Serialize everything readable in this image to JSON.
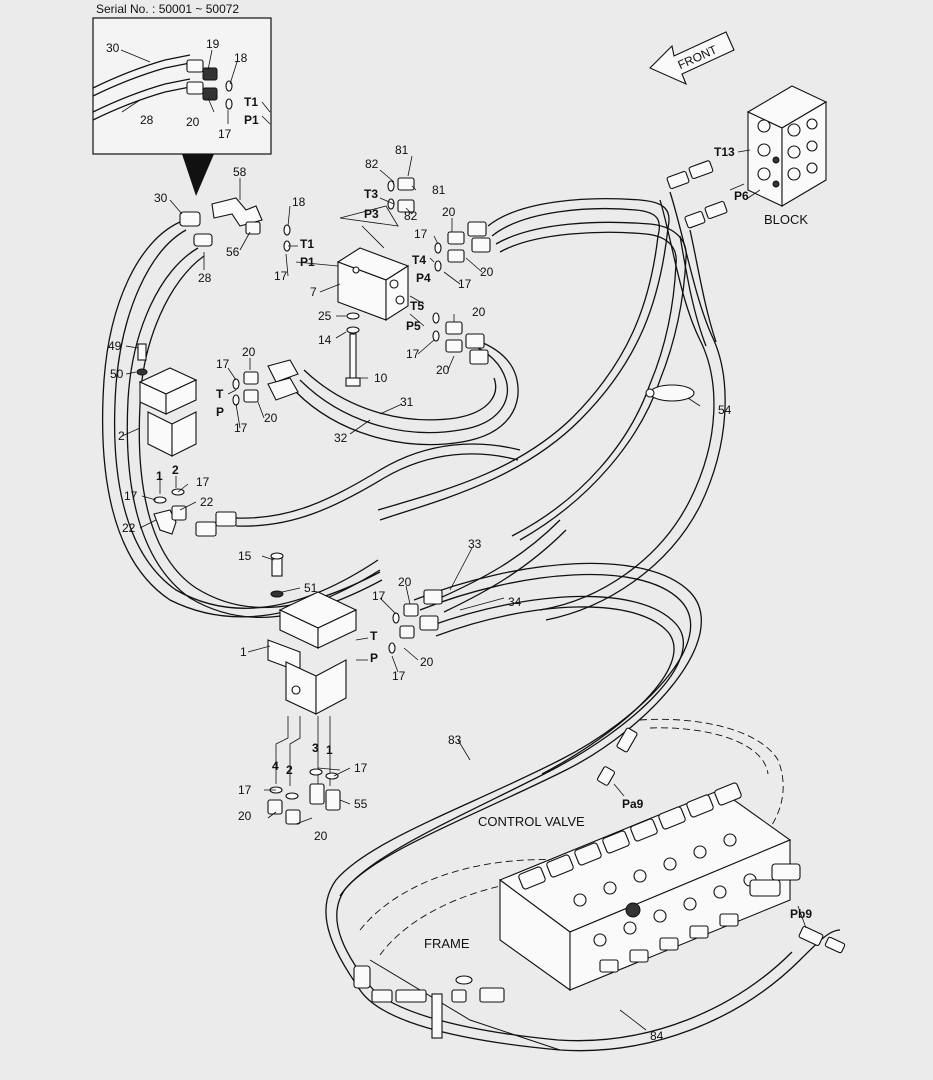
{
  "serial": "Serial No. : 50001 ~ 50072",
  "direction": "FRONT",
  "captions": {
    "block": "BLOCK",
    "control_valve": "CONTROL VALVE",
    "frame": "FRAME"
  },
  "callouts": {
    "inset_30": "30",
    "inset_19": "19",
    "inset_18": "18",
    "inset_T1": "T1",
    "inset_P1": "P1",
    "inset_28": "28",
    "inset_20": "20",
    "inset_17": "17",
    "n82a": "82",
    "n81a": "81",
    "T3": "T3",
    "n81b": "81",
    "P3": "P3",
    "n82b": "82",
    "n58": "58",
    "n30": "30",
    "n18": "18",
    "T1": "T1",
    "P1": "P1",
    "n56": "56",
    "n17a": "17",
    "n28": "28",
    "n7": "7",
    "n20a": "20",
    "n17b": "17",
    "T4": "T4",
    "P4": "P4",
    "n20b": "20",
    "n17c": "17",
    "T13": "T13",
    "P6": "P6",
    "T5": "T5",
    "n20c": "20",
    "P5": "P5",
    "n17d": "17",
    "n20d": "20",
    "n25": "25",
    "n14": "14",
    "n10": "10",
    "n49": "49",
    "n50": "50",
    "n17e": "17",
    "n20e": "20",
    "T": "T",
    "P": "P",
    "n20f": "20",
    "n17f": "17",
    "n2a": "2",
    "n31": "31",
    "n32": "32",
    "n54": "54",
    "n1a": "1",
    "n2b": "2",
    "n17g": "17",
    "n17h": "17",
    "n22a": "22",
    "n22b": "22",
    "n15": "15",
    "n51": "51",
    "n33": "33",
    "n34": "34",
    "n20g": "20",
    "n17i": "17",
    "T2": "T",
    "P2": "P",
    "n20h": "20",
    "n17j": "17",
    "n1b": "1",
    "n4": "4",
    "n2c": "2",
    "n3": "3",
    "n1c": "1",
    "n17k": "17",
    "n17l": "17",
    "n55": "55",
    "n20i": "20",
    "n20j": "20",
    "n83": "83",
    "Pa9": "Pa9",
    "Pb9": "Pb9",
    "n84": "84"
  }
}
